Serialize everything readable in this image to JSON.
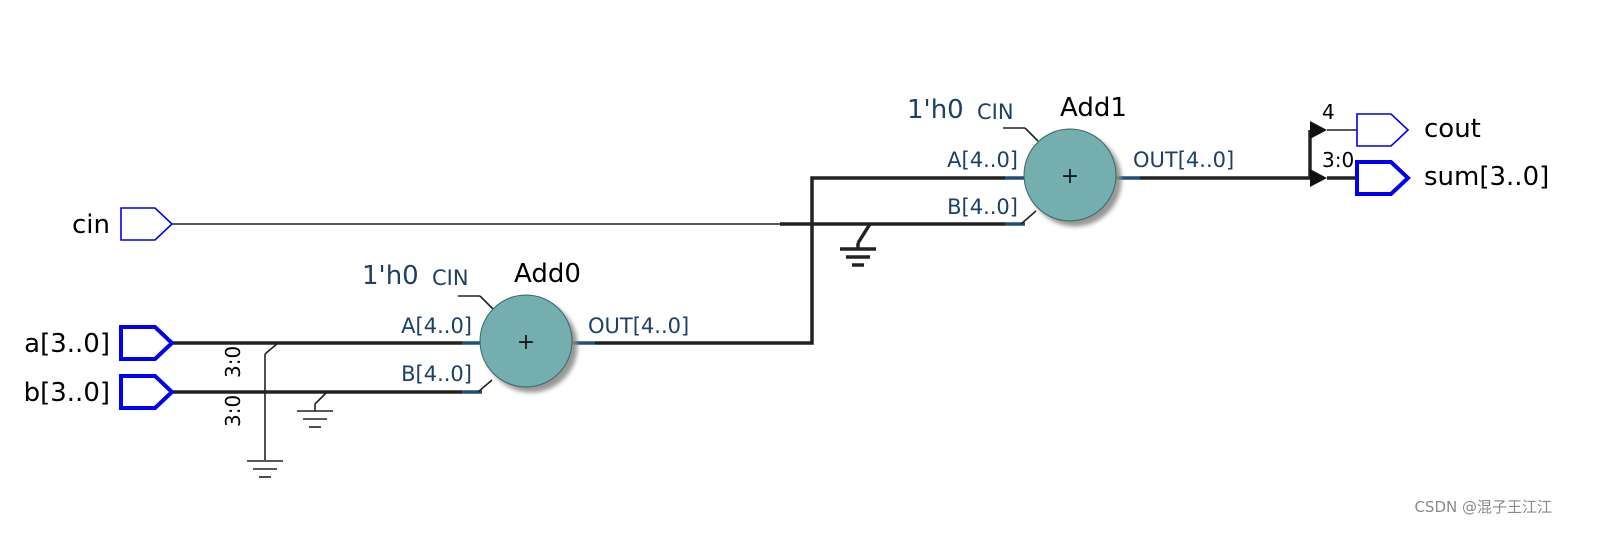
{
  "ports": {
    "inputs": [
      {
        "name": "cin",
        "bus": false
      },
      {
        "name": "a[3..0]",
        "bus": true
      },
      {
        "name": "b[3..0]",
        "bus": true
      }
    ],
    "outputs": [
      {
        "name": "cout",
        "bus": false
      },
      {
        "name": "sum[3..0]",
        "bus": true
      }
    ]
  },
  "blocks": [
    {
      "name": "Add0",
      "symbol": "+",
      "cin_const": "1'h0",
      "cin_pin": "CIN",
      "pins": {
        "a": "A[4..0]",
        "b": "B[4..0]",
        "out": "OUT[4..0]"
      }
    },
    {
      "name": "Add1",
      "symbol": "+",
      "cin_const": "1'h0",
      "cin_pin": "CIN",
      "pins": {
        "a": "A[4..0]",
        "b": "B[4..0]",
        "out": "OUT[4..0]"
      }
    }
  ],
  "bus_labels": {
    "a_slice": "3:0",
    "b_slice": "3:0",
    "cout_bit": "4",
    "sum_slice": "3:0"
  },
  "colors": {
    "adder_fill": "#74aeae",
    "port_stroke": "#0000ee",
    "wire": "#222222",
    "pin_text": "#1f3f66"
  },
  "watermark": "CSDN @混子王江江"
}
